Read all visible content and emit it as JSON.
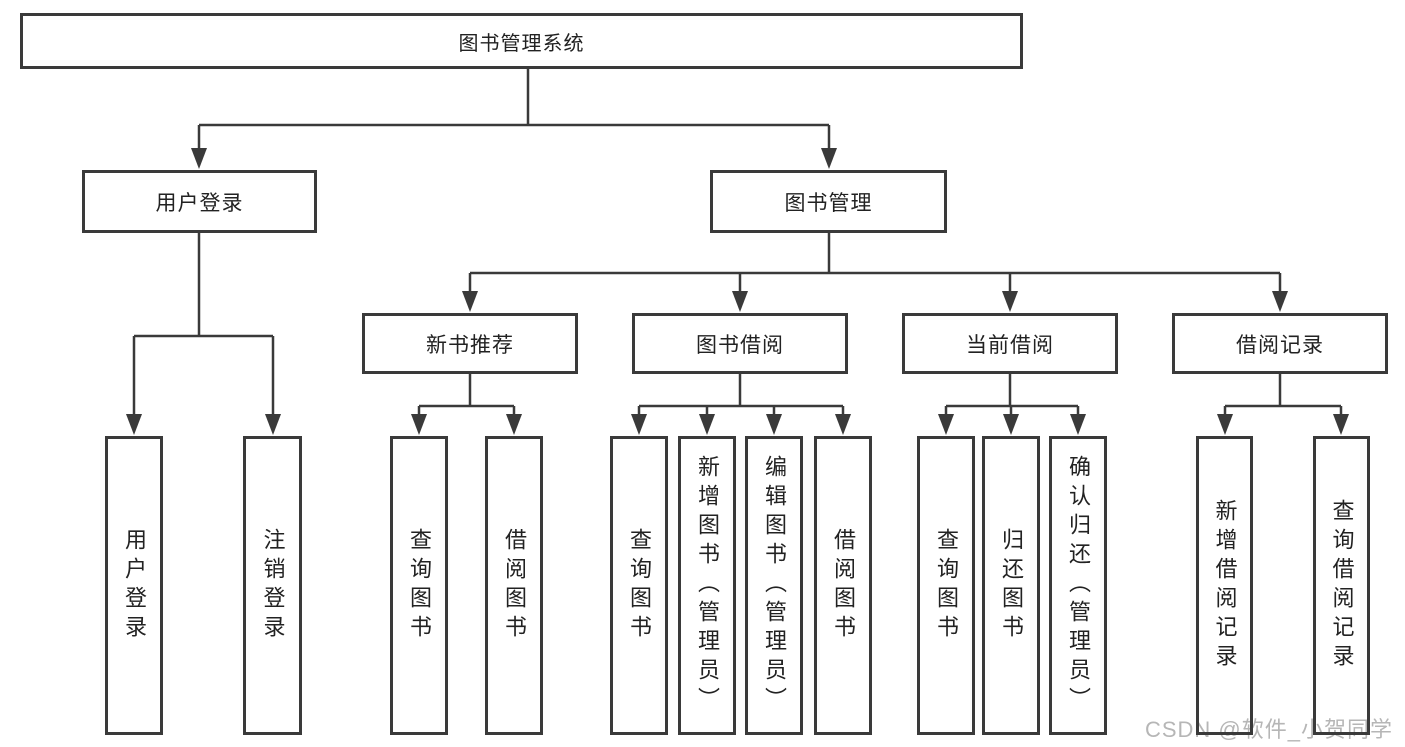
{
  "diagram": {
    "root": {
      "label": "图书管理系统"
    },
    "user_login": {
      "label": "用户登录",
      "children": [
        {
          "label": "用户登录"
        },
        {
          "label": "注销登录"
        }
      ]
    },
    "book_management": {
      "label": "图书管理",
      "sections": [
        {
          "label": "新书推荐",
          "children": [
            {
              "label": "查询图书"
            },
            {
              "label": "借阅图书"
            }
          ]
        },
        {
          "label": "图书借阅",
          "children": [
            {
              "label": "查询图书"
            },
            {
              "label": "新增图书（管理员）"
            },
            {
              "label": "编辑图书（管理员）"
            },
            {
              "label": "借阅图书"
            }
          ]
        },
        {
          "label": "当前借阅",
          "children": [
            {
              "label": "查询图书"
            },
            {
              "label": "归还图书"
            },
            {
              "label": "确认归还（管理员）"
            }
          ]
        },
        {
          "label": "借阅记录",
          "children": [
            {
              "label": "新增借阅记录"
            },
            {
              "label": "查询借阅记录"
            }
          ]
        }
      ]
    },
    "watermark": "CSDN @软件_小贺同学",
    "colors": {
      "line": "#3a3a3a",
      "text": "#222222",
      "watermark": "#b6b6b6",
      "background": "#ffffff"
    }
  }
}
